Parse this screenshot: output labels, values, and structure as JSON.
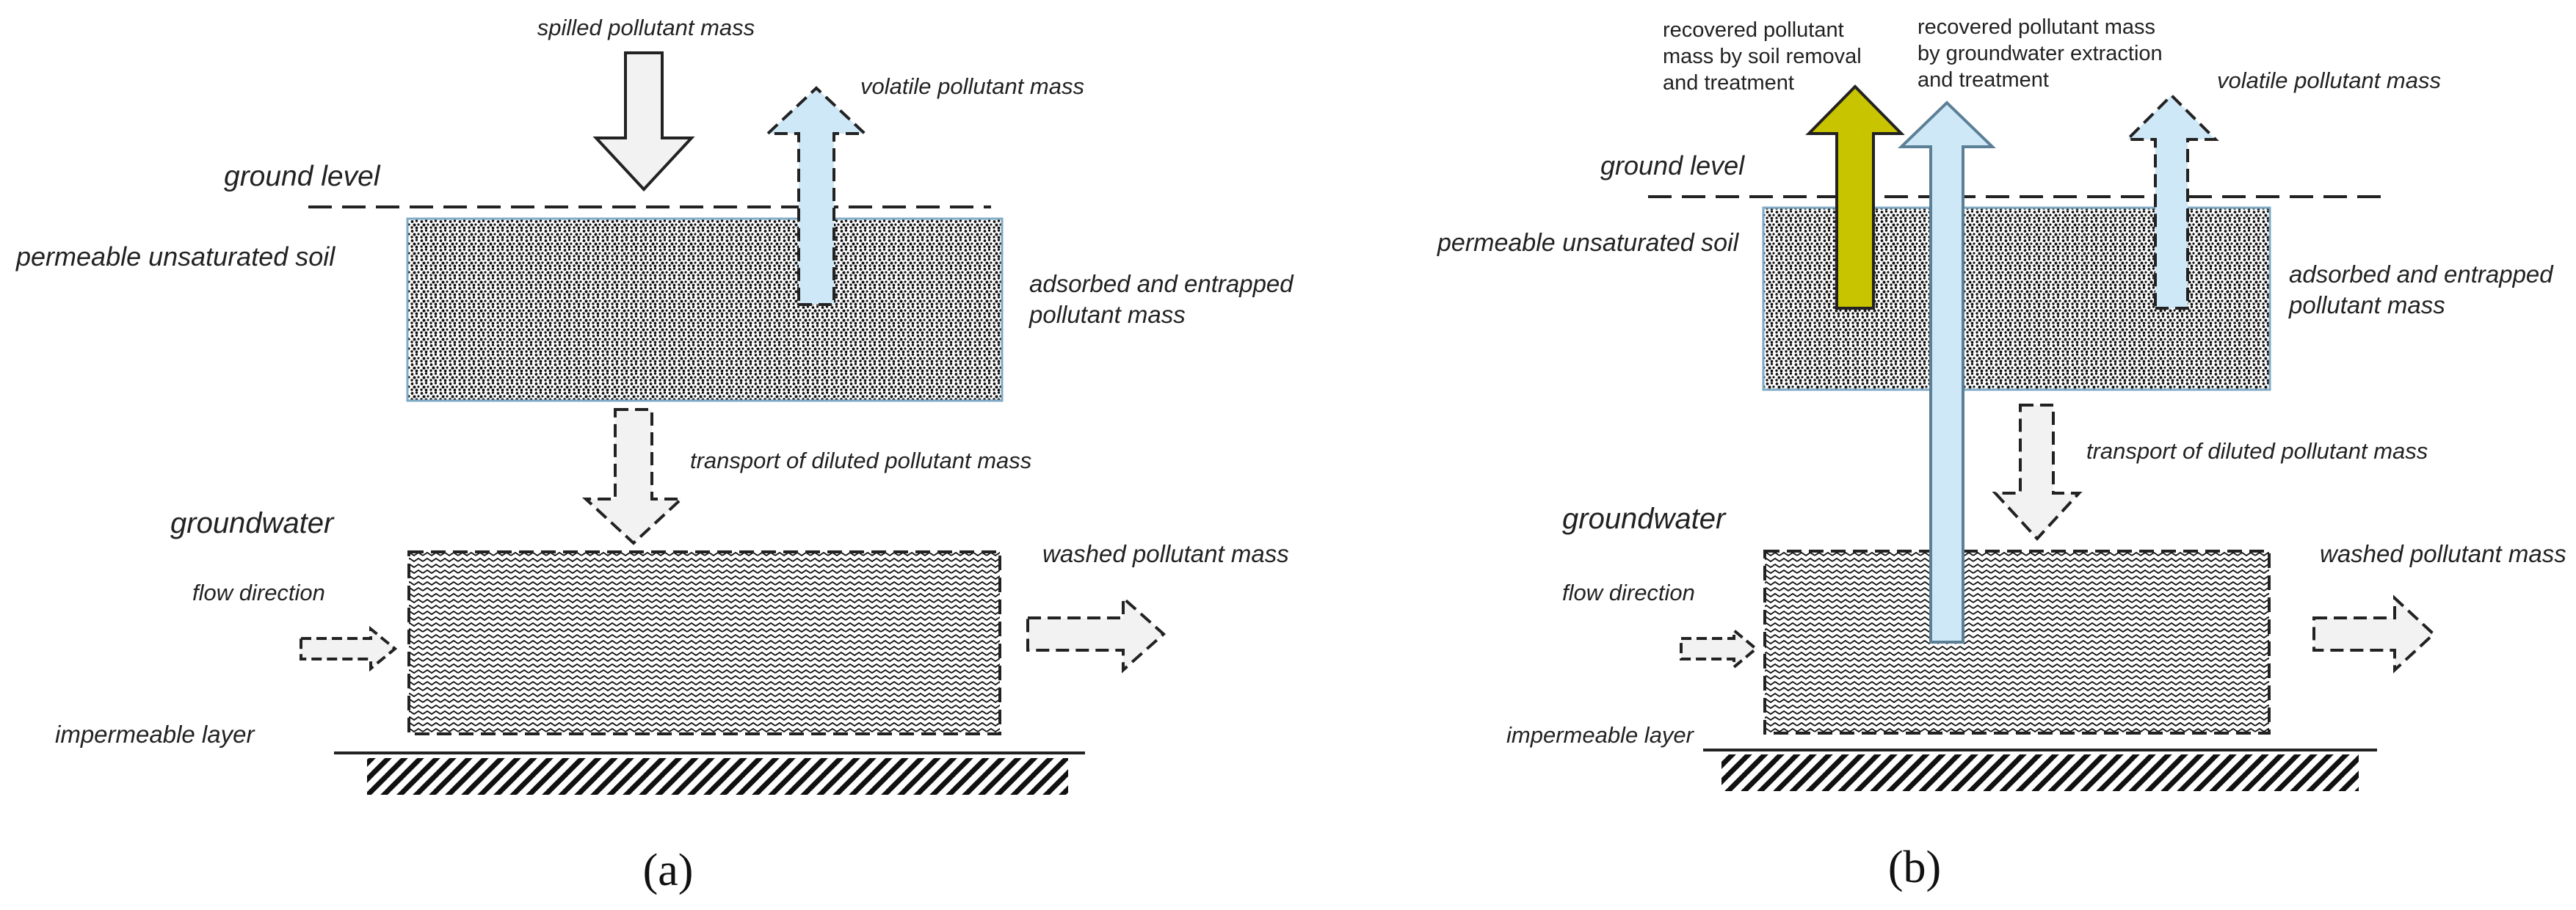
{
  "colors": {
    "ink": "#222222",
    "arrow_grey_fill": "#f2f2f2",
    "arrow_blue_fill": "#cfe8f7",
    "arrow_blue_stroke": "#5b7f96",
    "arrow_olive_fill": "#c9c400",
    "soil_border": "#7fa9c4"
  },
  "panel_a": {
    "caption": "(a)",
    "spilled": "spilled pollutant mass",
    "volatile": "volatile pollutant mass",
    "ground_level": "ground level",
    "unsat_soil": "permeable unsaturated soil",
    "adsorbed_line1": "adsorbed and entrapped",
    "adsorbed_line2": "pollutant mass",
    "transport": "transport of diluted pollutant mass",
    "groundwater": "groundwater",
    "washed": "washed pollutant mass",
    "flow": "flow direction",
    "impermeable": "impermeable layer"
  },
  "panel_b": {
    "caption": "(b)",
    "recovered_soil_line1": "recovered pollutant",
    "recovered_soil_line2": "mass by soil removal",
    "recovered_soil_line3": "and treatment",
    "recovered_gw_line1": "recovered pollutant mass",
    "recovered_gw_line2": "by groundwater extraction",
    "recovered_gw_line3": "and treatment",
    "volatile": "volatile pollutant mass",
    "ground_level": "ground level",
    "unsat_soil": "permeable unsaturated soil",
    "adsorbed_line1": "adsorbed and entrapped",
    "adsorbed_line2": "pollutant mass",
    "transport": "transport of diluted pollutant mass",
    "groundwater": "groundwater",
    "washed": "washed pollutant mass",
    "flow": "flow direction",
    "impermeable": "impermeable layer"
  }
}
